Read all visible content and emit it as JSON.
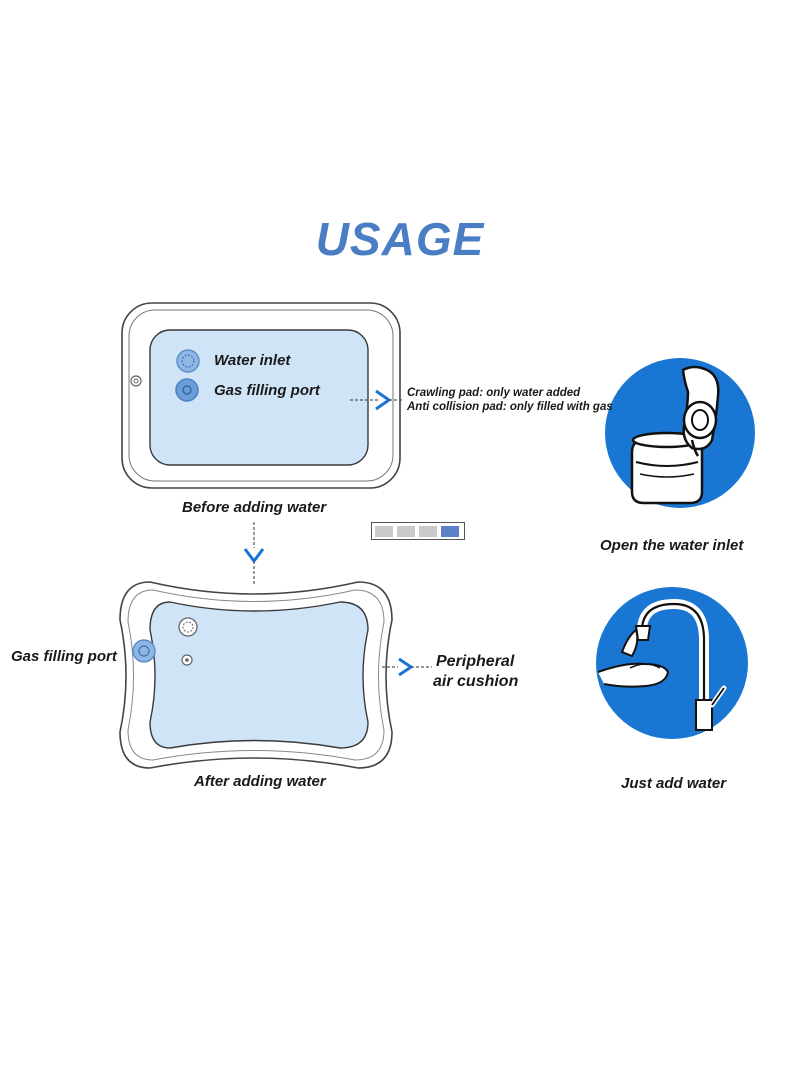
{
  "title": "USAGE",
  "colors": {
    "title": "#4a7ec4",
    "accent": "#1a74d4",
    "pad_fill": "#cfe4f7",
    "circle_bg": "#1976d2"
  },
  "before": {
    "water_inlet": "Water inlet",
    "gas_port": "Gas filling port",
    "caption": "Before adding water",
    "note_line1": "Crawling pad: only water added",
    "note_line2": "Anti collision pad: only filled with gas"
  },
  "after": {
    "gas_port": "Gas filling port",
    "peripheral_line1": "Peripheral",
    "peripheral_line2": "air cushion",
    "caption": "After adding water"
  },
  "steps": {
    "open_caption": "Open the water inlet",
    "add_caption": "Just add water"
  },
  "icons": {
    "before_pad": "inflatable-mat-icon",
    "after_pad": "filled-mat-icon",
    "open_inlet": "water-inlet-cap-icon",
    "add_water": "faucet-icon"
  },
  "pager": {
    "count": 4,
    "active": 4
  }
}
